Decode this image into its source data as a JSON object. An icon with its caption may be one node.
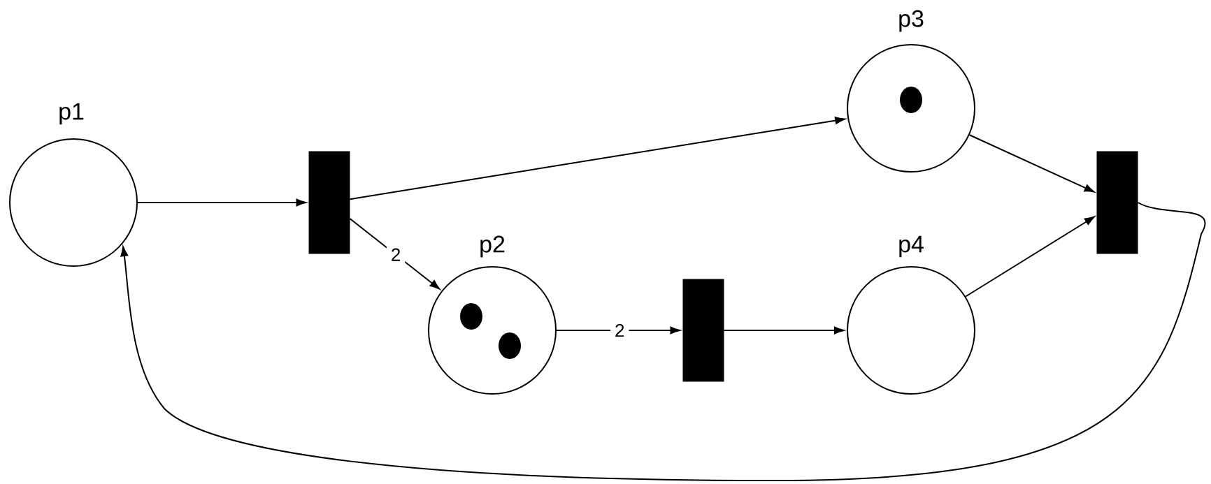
{
  "diagram": {
    "nodes": [
      {
        "text": [
          "p1"
        ]
      },
      {
        "text": [],
        "shape": "bar"
      },
      {
        "text": [
          "p3"
        ]
      },
      {
        "text": [
          "p2"
        ]
      },
      {
        "text": [],
        "shape": "bar"
      },
      {
        "text": [
          "p4"
        ]
      },
      {
        "text": [],
        "shape": "bar"
      }
    ],
    "edges": [
      {
        "from": 0,
        "to": 1,
        "arrow": "to"
      },
      {
        "from": 1,
        "to": 2,
        "arrow": "to"
      },
      {
        "from": 1,
        "to": 3,
        "arrow": "to",
        "label": "2"
      },
      {
        "from": 3,
        "to": 4,
        "arrow": "to",
        "label": "2"
      },
      {
        "from": 4,
        "to": 5,
        "arrow": "to"
      },
      {
        "from": 2,
        "to": 6,
        "arrow": "to"
      },
      {
        "from": 5,
        "to": 6,
        "arrow": "to"
      },
      {
        "from": 6,
        "to": 0,
        "arrow": "to"
      }
    ]
  }
}
